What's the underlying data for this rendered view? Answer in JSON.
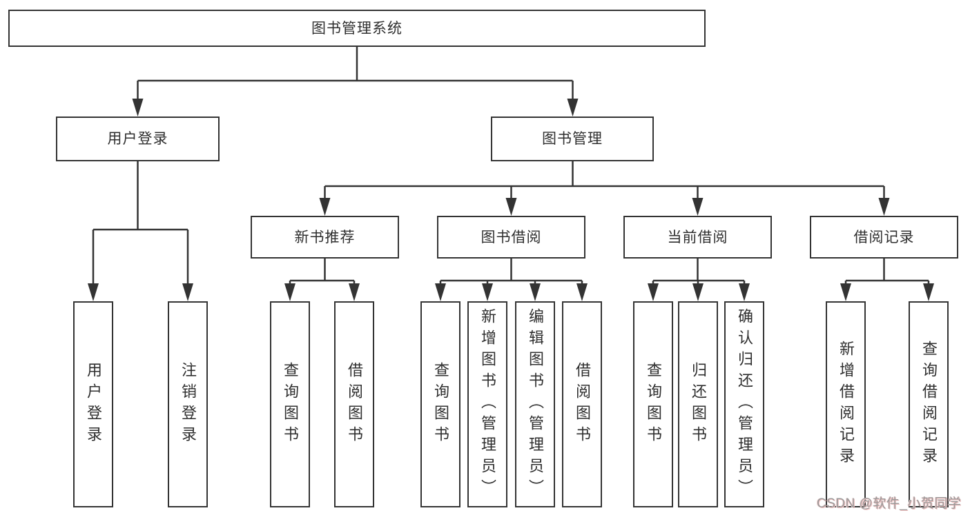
{
  "diagram": {
    "root": {
      "label": "图书管理系统"
    },
    "branches": {
      "user_login": {
        "label": "用户登录",
        "children": [
          {
            "label": "用户登录"
          },
          {
            "label": "注销登录"
          }
        ]
      },
      "book_management": {
        "label": "图书管理",
        "children": [
          {
            "label": "新书推荐",
            "children": [
              {
                "label": "查询图书"
              },
              {
                "label": "借阅图书"
              }
            ]
          },
          {
            "label": "图书借阅",
            "children": [
              {
                "label": "查询图书"
              },
              {
                "label": "新增图书（管理员）"
              },
              {
                "label": "编辑图书（管理员）"
              },
              {
                "label": "借阅图书"
              }
            ]
          },
          {
            "label": "当前借阅",
            "children": [
              {
                "label": "查询图书"
              },
              {
                "label": "归还图书"
              },
              {
                "label": "确认归还（管理员）"
              }
            ]
          },
          {
            "label": "借阅记录",
            "children": [
              {
                "label": "新增借阅记录"
              },
              {
                "label": "查询借阅记录"
              }
            ]
          }
        ]
      }
    },
    "colors": {
      "line": "#333333",
      "box_border": "#333333",
      "box_fill": "#ffffff",
      "text": "#2e2e2e"
    }
  },
  "watermark": {
    "text": "CSDN @软件_小贺同学",
    "color": "#9a9a9a"
  }
}
